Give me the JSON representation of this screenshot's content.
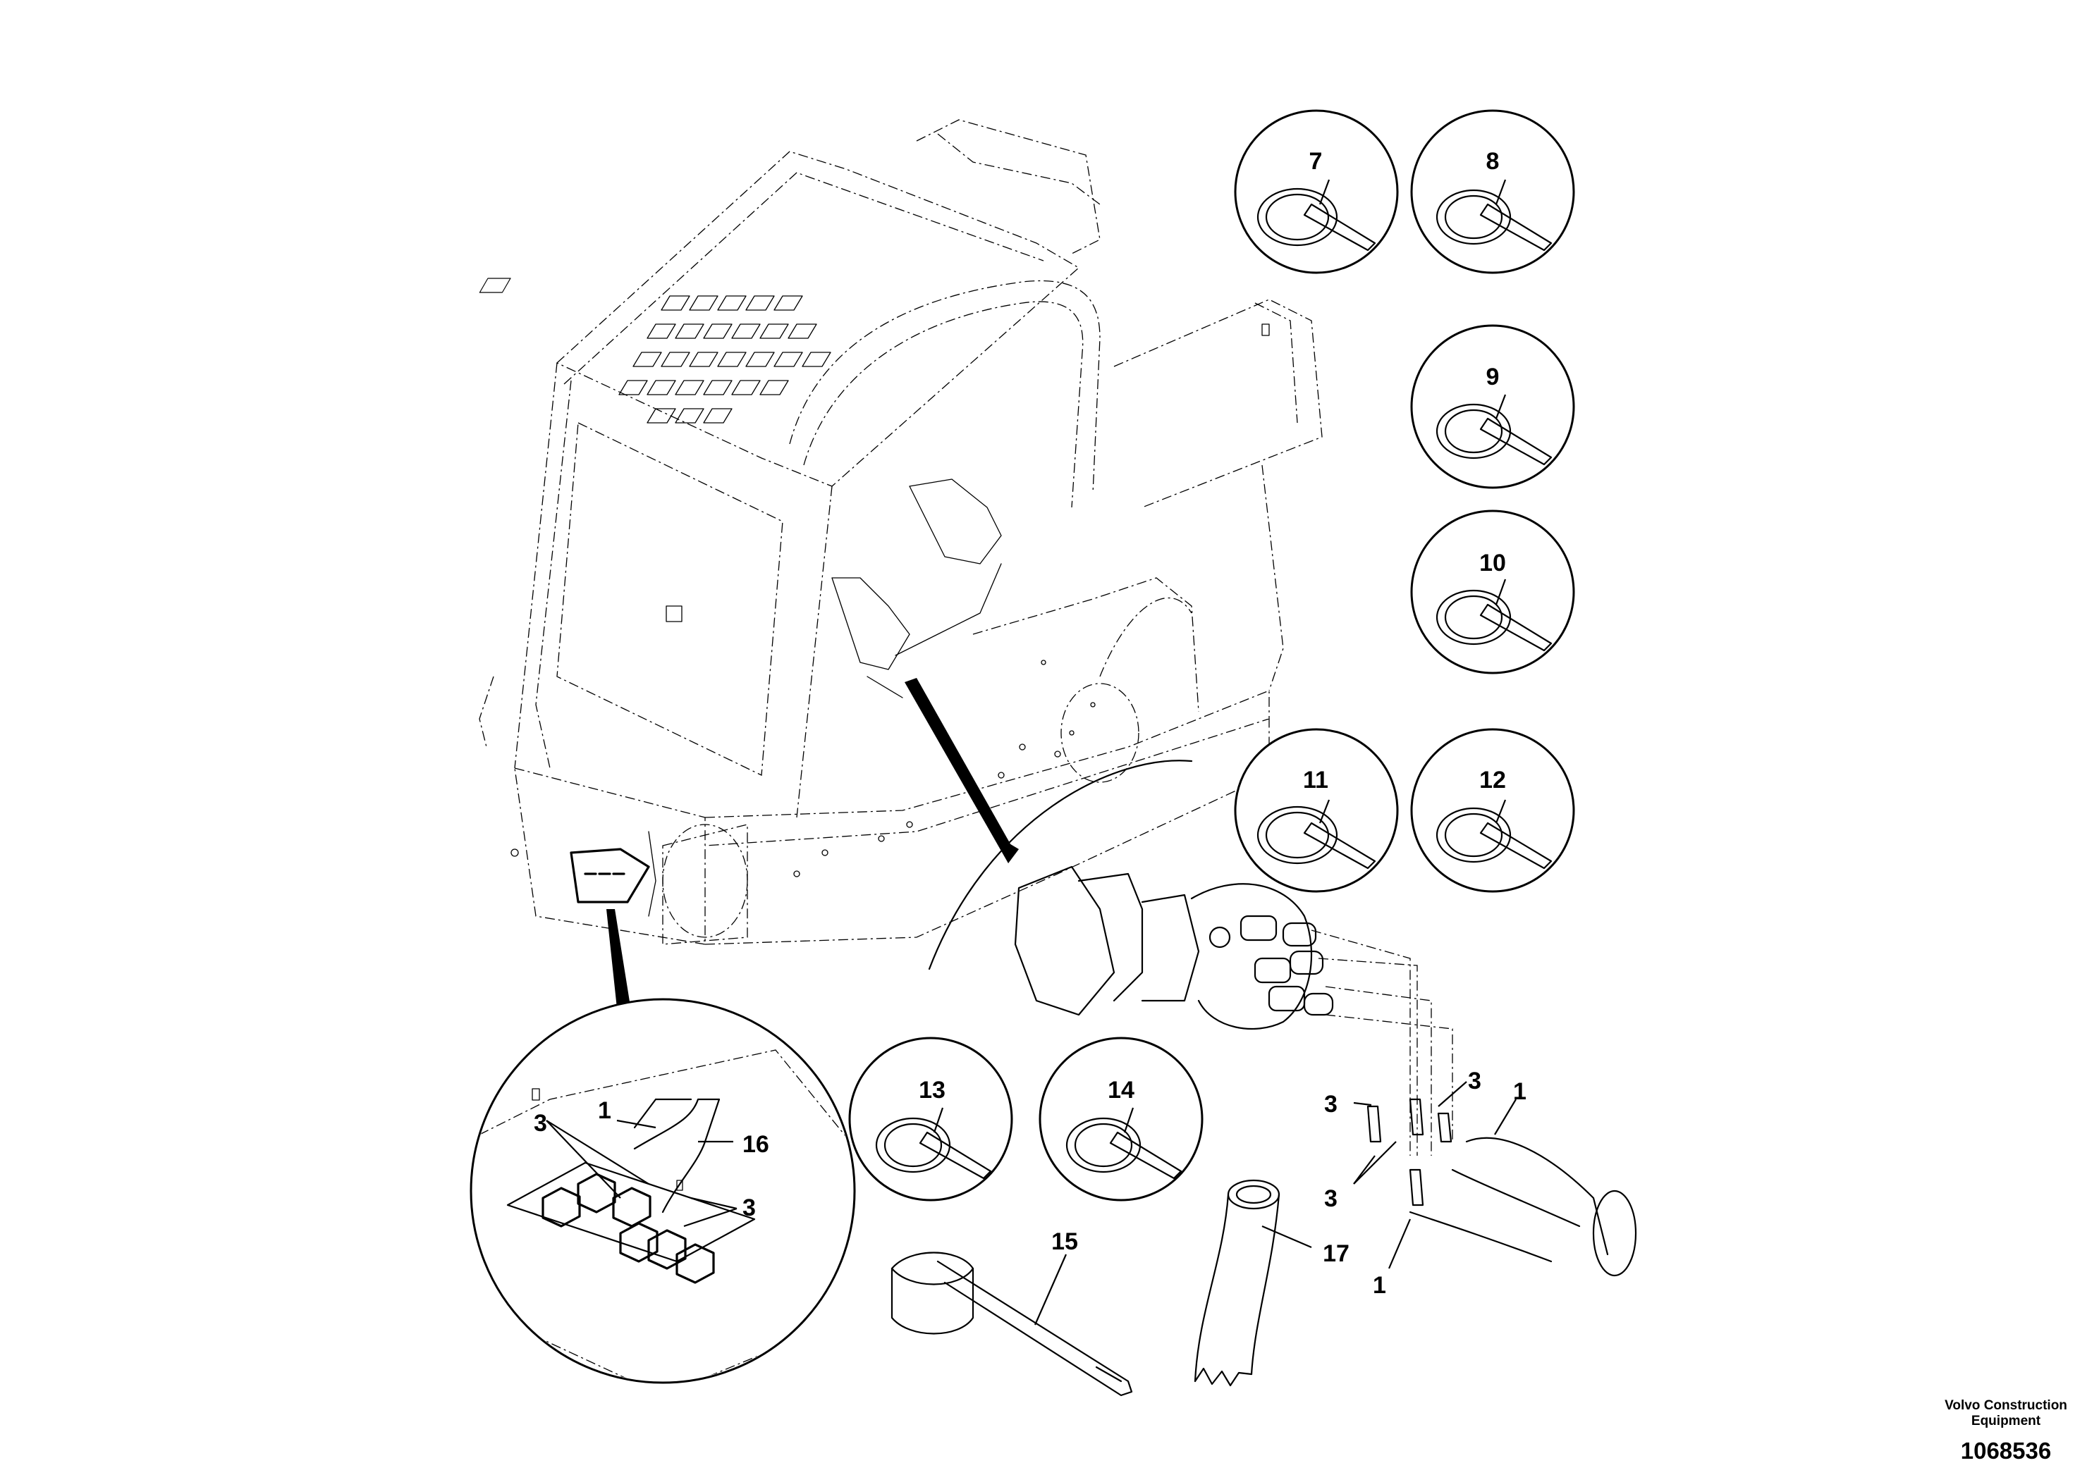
{
  "callouts": {
    "c7": "7",
    "c8": "8",
    "c9": "9",
    "c10": "10",
    "c11": "11",
    "c12": "12",
    "c13": "13",
    "c14": "14",
    "c15": "15",
    "c16": "16",
    "c17": "17",
    "detail_left_1": "1",
    "detail_left_3a": "3",
    "detail_left_3b": "3",
    "detail_right_3a": "3",
    "detail_right_3b": "3",
    "detail_right_3c": "3",
    "detail_right_1a": "1",
    "detail_right_1b": "1"
  },
  "footer": {
    "publisher_line1": "Volvo Construction",
    "publisher_line2": "Equipment",
    "doc_number": "1068536"
  }
}
